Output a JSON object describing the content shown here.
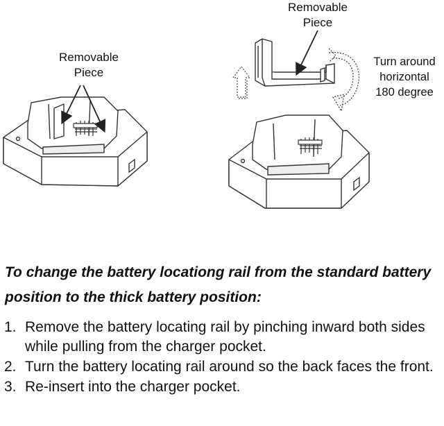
{
  "labels": {
    "left_removable": [
      "Removable",
      "Piece"
    ],
    "top_removable": [
      "Removable",
      "Piece"
    ],
    "turn": [
      "Turn around",
      "horizontal",
      "180 degree"
    ]
  },
  "heading": "To change the battery locationg rail from the standard battery position to the thick battery position:",
  "steps": [
    {
      "num": "1.",
      "text": "Remove the battery locating rail by pinching inward both sides while pulling from the charger pocket."
    },
    {
      "num": "2.",
      "text": "Turn the battery locating rail around so the back faces the front."
    },
    {
      "num": "3.",
      "text": "Re-insert into the charger pocket."
    }
  ]
}
